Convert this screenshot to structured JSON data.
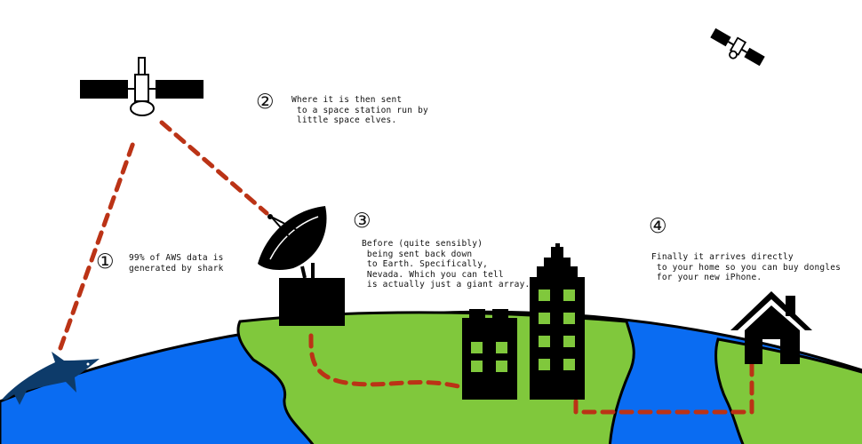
{
  "steps": [
    {
      "number": "①",
      "text": "99% of AWS data is\ngenerated by shark"
    },
    {
      "number": "②",
      "text": "Where it is then sent\n to a space station run by\n little space elves."
    },
    {
      "number": "③",
      "text": "Before (quite sensibly)\n being sent back down\n to Earth. Specifically,\n Nevada. Which you can tell\n is actually just a giant array."
    },
    {
      "number": "④",
      "text": "Finally it arrives directly\n to your home so you can buy dongles\n for your new iPhone."
    }
  ],
  "colors": {
    "ocean": "#0a6cf2",
    "land": "#80c83c",
    "route": "#bb3316",
    "ink": "#000000",
    "shark": "#0d3b6a"
  },
  "icons": [
    "satellite-icon",
    "small-satellite-icon",
    "shark-icon",
    "satellite-dish-icon",
    "skyscraper-icon",
    "building-icon",
    "house-icon"
  ]
}
